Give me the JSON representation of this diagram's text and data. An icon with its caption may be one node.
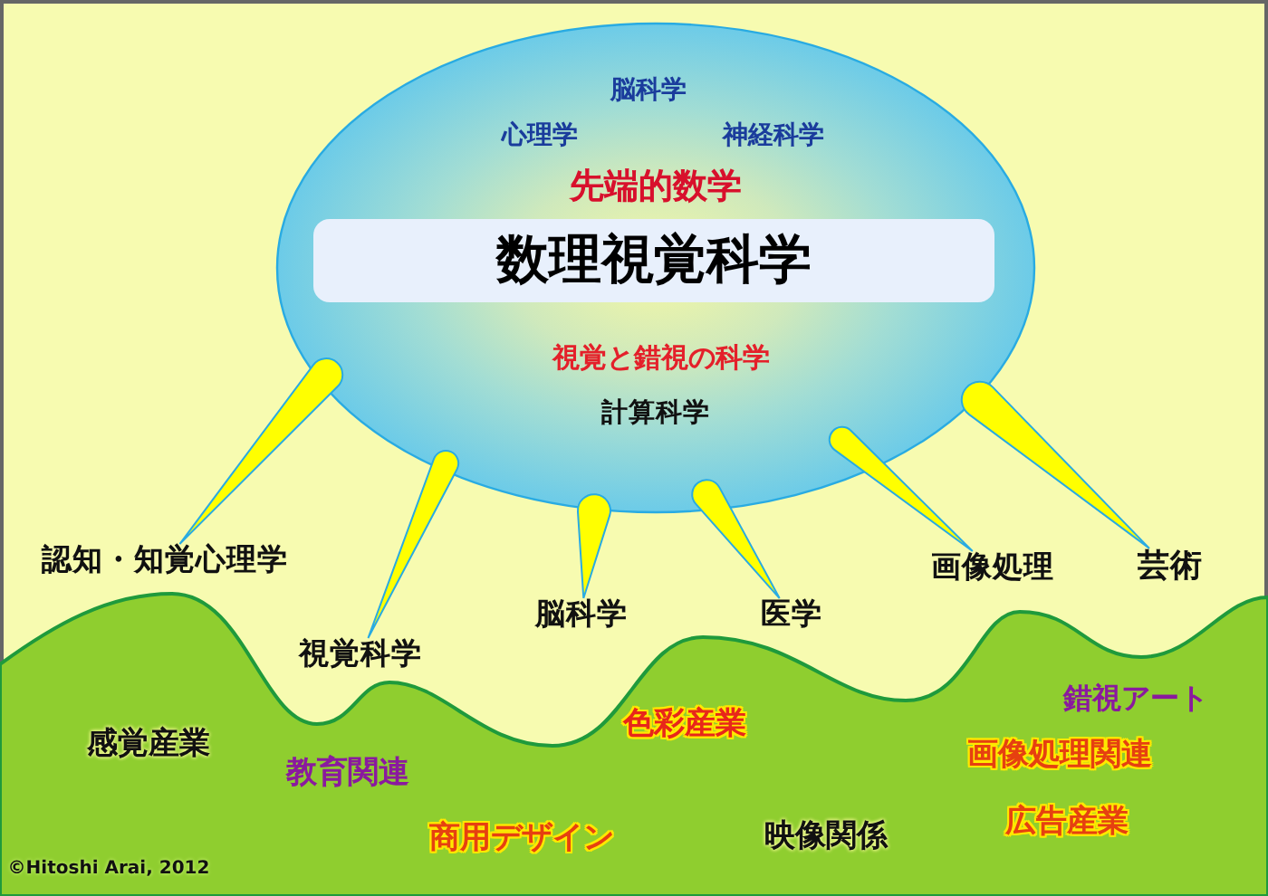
{
  "diagram": {
    "nodes": [
      {
        "text": [
          "脳科学",
          "心理学",
          "神経科学",
          "先端的数学",
          "視覚と錯視の科学",
          "計算科学"
        ]
      },
      {
        "text": [
          "数理視覚科学"
        ],
        "in": 0
      },
      {
        "text": [
          "認知・知覚心理学"
        ]
      },
      {
        "text": [
          "視覚科学"
        ]
      },
      {
        "text": [
          "脳科学"
        ]
      },
      {
        "text": [
          "医学"
        ]
      },
      {
        "text": [
          "画像処理"
        ]
      },
      {
        "text": [
          "芸術"
        ]
      },
      {
        "text": [
          "感覚産業",
          "教育関連",
          "商用デザイン",
          "色彩産業",
          "映像関係",
          "錯視アート",
          "画像処理関連",
          "広告産業"
        ]
      }
    ],
    "edges": [
      {
        "from": 0,
        "to": 2,
        "arrow": "none"
      },
      {
        "from": 0,
        "to": 3,
        "arrow": "none"
      },
      {
        "from": 0,
        "to": 4,
        "arrow": "none"
      },
      {
        "from": 0,
        "to": 5,
        "arrow": "none"
      },
      {
        "from": 0,
        "to": 6,
        "arrow": "none"
      },
      {
        "from": 0,
        "to": 7,
        "arrow": "none"
      }
    ],
    "labels": [
      "©Hitoshi Arai, 2012"
    ]
  }
}
